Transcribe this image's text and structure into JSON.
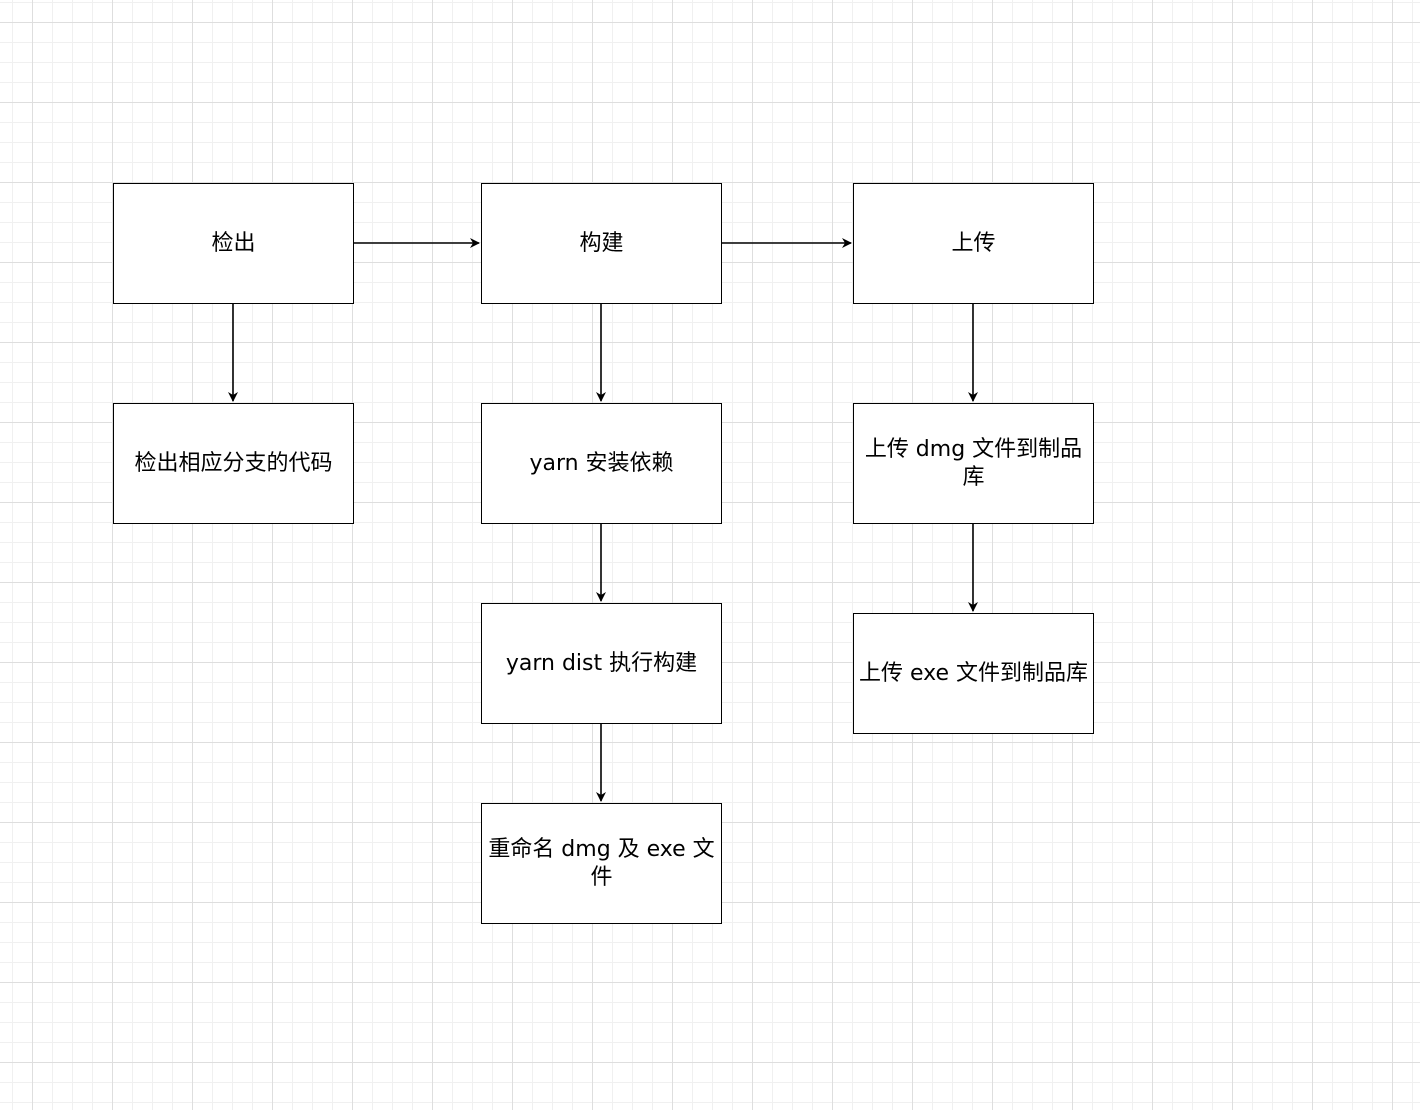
{
  "nodes": {
    "checkout": "检出",
    "checkout_branch": "检出相应分支的代码",
    "build": "构建",
    "yarn_install": "yarn 安装依赖",
    "yarn_dist": "yarn dist 执行构建",
    "rename": "重命名 dmg 及 exe 文件",
    "upload": "上传",
    "upload_dmg": "上传 dmg 文件到制品库",
    "upload_exe": "上传 exe 文件到制品库"
  },
  "colors": {
    "stroke": "#000000",
    "grid": "#dedede",
    "fill": "#ffffff"
  }
}
